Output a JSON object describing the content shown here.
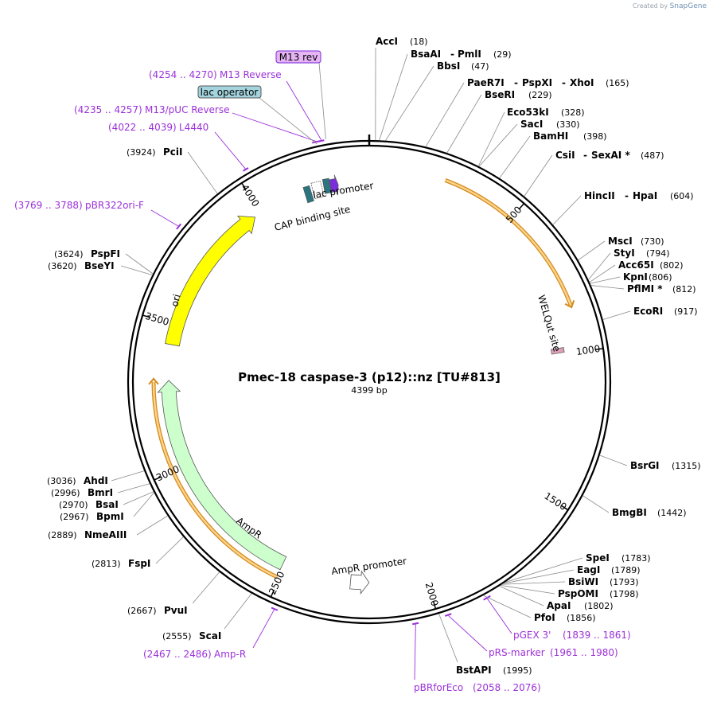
{
  "credit": {
    "created_by": "Created by",
    "brand": "SnapGene"
  },
  "plasmid": {
    "name": "Pmec-18 caspase-3 (p12)::nz [TU#813]",
    "length_text": "4399 bp",
    "length": 4399
  },
  "ticks": [
    {
      "pos": 500,
      "label": "500"
    },
    {
      "pos": 1000,
      "label": "1000"
    },
    {
      "pos": 1500,
      "label": "1500"
    },
    {
      "pos": 2000,
      "label": "2000"
    },
    {
      "pos": 2500,
      "label": "2500"
    },
    {
      "pos": 3000,
      "label": "3000"
    },
    {
      "pos": 3500,
      "label": "3500"
    },
    {
      "pos": 4000,
      "label": "4000"
    }
  ],
  "enzymes_right": [
    {
      "id": "acci",
      "name": "AccI",
      "pos_text": "(18)",
      "site": 18
    },
    {
      "id": "bsaai",
      "name": "BsaAI",
      "name2": "PmlI",
      "pos_text": "(29)",
      "site": 29
    },
    {
      "id": "bbsi",
      "name": "BbsI",
      "pos_text": "(47)",
      "site": 47
    },
    {
      "id": "paer7i",
      "name": "PaeR7I",
      "name2": "PspXI",
      "name3": "XhoI",
      "pos_text": "(165)",
      "site": 165
    },
    {
      "id": "bseri",
      "name": "BseRI",
      "pos_text": "(229)",
      "site": 229
    },
    {
      "id": "eco53ki",
      "name": "Eco53kI",
      "pos_text": "(328)",
      "site": 328
    },
    {
      "id": "saci",
      "name": "SacI",
      "pos_text": "(330)",
      "site": 330
    },
    {
      "id": "bamhi",
      "name": "BamHI",
      "pos_text": "(398)",
      "site": 398
    },
    {
      "id": "csii",
      "name": "CsiI",
      "name2": "SexAI *",
      "pos_text": "(487)",
      "site": 487
    },
    {
      "id": "hincii",
      "name": "HincII",
      "name2": "HpaI",
      "pos_text": "(604)",
      "site": 604
    },
    {
      "id": "msci",
      "name": "MscI",
      "pos_text": "(730)",
      "site": 730
    },
    {
      "id": "styi",
      "name": "StyI",
      "pos_text": "(794)",
      "site": 794
    },
    {
      "id": "acc65i",
      "name": "Acc65I",
      "pos_text": "(802)",
      "site": 802
    },
    {
      "id": "kpni",
      "name": "KpnI",
      "pos_text": "(806)",
      "site": 806
    },
    {
      "id": "pflmi",
      "name": "PflMI *",
      "pos_text": "(812)",
      "site": 812
    },
    {
      "id": "ecori",
      "name": "EcoRI",
      "pos_text": "(917)",
      "site": 917
    },
    {
      "id": "bsrgi",
      "name": "BsrGI",
      "pos_text": "(1315)",
      "site": 1315
    },
    {
      "id": "bmgbi",
      "name": "BmgBI",
      "pos_text": "(1442)",
      "site": 1442
    },
    {
      "id": "spei",
      "name": "SpeI",
      "pos_text": "(1783)",
      "site": 1783
    },
    {
      "id": "eagi",
      "name": "EagI",
      "pos_text": "(1789)",
      "site": 1789
    },
    {
      "id": "bsiwi",
      "name": "BsiWI",
      "pos_text": "(1793)",
      "site": 1793
    },
    {
      "id": "pspomi",
      "name": "PspOMI",
      "pos_text": "(1798)",
      "site": 1798
    },
    {
      "id": "apai",
      "name": "ApaI",
      "pos_text": "(1802)",
      "site": 1802
    },
    {
      "id": "pfoi",
      "name": "PfoI",
      "pos_text": "(1856)",
      "site": 1856
    },
    {
      "id": "bstapi",
      "name": "BstAPI",
      "pos_text": "(1995)",
      "site": 1995
    }
  ],
  "enzymes_left": [
    {
      "id": "scai",
      "name": "ScaI",
      "pos_text": "(2555)",
      "site": 2555
    },
    {
      "id": "pvui",
      "name": "PvuI",
      "pos_text": "(2667)",
      "site": 2667
    },
    {
      "id": "fspi",
      "name": "FspI",
      "pos_text": "(2813)",
      "site": 2813
    },
    {
      "id": "nmeaiii",
      "name": "NmeAIII",
      "pos_text": "(2889)",
      "site": 2889
    },
    {
      "id": "bpmi",
      "name": "BpmI",
      "pos_text": "(2967)",
      "site": 2967
    },
    {
      "id": "bsai",
      "name": "BsaI",
      "pos_text": "(2970)",
      "site": 2970
    },
    {
      "id": "bmri",
      "name": "BmrI",
      "pos_text": "(2996)",
      "site": 2996
    },
    {
      "id": "ahdi",
      "name": "AhdI",
      "pos_text": "(3036)",
      "site": 3036
    },
    {
      "id": "bseyi",
      "name": "BseYI",
      "pos_text": "(3620)",
      "site": 3620
    },
    {
      "id": "pspfi",
      "name": "PspFI",
      "pos_text": "(3624)",
      "site": 3624
    },
    {
      "id": "pcii",
      "name": "PciI",
      "pos_text": "(3924)",
      "site": 3924
    }
  ],
  "primers": [
    {
      "id": "m13-reverse",
      "name": "M13 Reverse",
      "range": "(4254 .. 4270)",
      "start": 4254,
      "end": 4270
    },
    {
      "id": "m13-puc-reverse",
      "name": "M13/pUC Reverse",
      "range": "(4235 .. 4257)",
      "start": 4235,
      "end": 4257
    },
    {
      "id": "l4440",
      "name": "L4440",
      "range": "(4022 .. 4039)",
      "start": 4022,
      "end": 4039
    },
    {
      "id": "pbr322ori-f",
      "name": "pBR322ori-F",
      "range": "(3769 .. 3788)",
      "start": 3769,
      "end": 3788
    },
    {
      "id": "amp-r",
      "name": "Amp-R",
      "range": "(2467 .. 2486)",
      "start": 2467,
      "end": 2486
    },
    {
      "id": "pbrforeco",
      "name": "pBRforEco",
      "range": "(2058 .. 2076)",
      "start": 2058,
      "end": 2076
    },
    {
      "id": "prs-marker",
      "name": "pRS-marker",
      "range": "(1961 .. 1980)",
      "start": 1961,
      "end": 1980
    },
    {
      "id": "pgex3",
      "name": "pGEX 3'",
      "range": "(1839 .. 1861)",
      "start": 1839,
      "end": 1861
    }
  ],
  "boxed_features": {
    "m13_rev": "M13 rev",
    "lac_operator": "lac operator"
  },
  "features": {
    "lac_promoter": "lac promoter",
    "cap_binding_site": "CAP binding site",
    "welqut_site": "WELQut site",
    "ori": "ori",
    "ampr": "AmpR",
    "ampr_promoter": "AmpR promoter"
  },
  "colors": {
    "backbone": "#000000",
    "primer": "#9b30d9",
    "orf_outline": "#d48a1c",
    "orf_fill": "#fbd38a",
    "ori_fill": "#ffff00",
    "ampr_fill": "#ccffcc",
    "lac_op_fill": "#a4d4de",
    "m13rev_fill": "#e6b3f5",
    "cap_fill": "#2a7580",
    "lacprom_fill": "#7b2ed9",
    "welqut_fill": "#d9a0b8"
  }
}
